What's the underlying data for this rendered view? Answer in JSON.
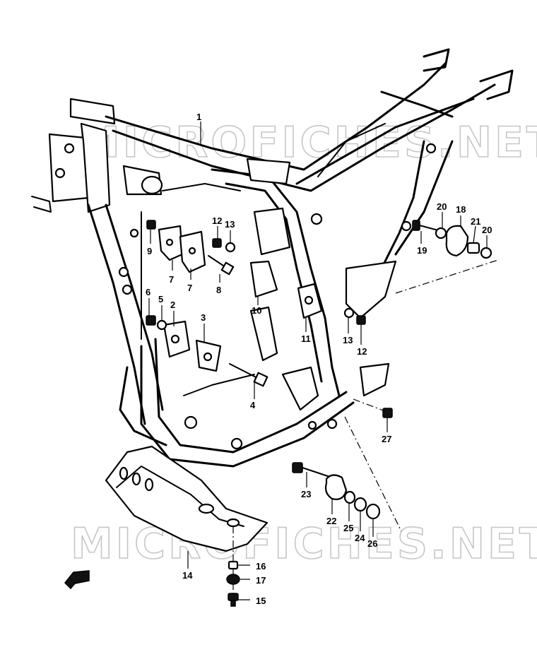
{
  "watermark_text": "MICROFICHES.NET",
  "callouts": [
    {
      "id": "c1",
      "label": "1"
    },
    {
      "id": "c2",
      "label": "2"
    },
    {
      "id": "c3",
      "label": "3"
    },
    {
      "id": "c4",
      "label": "4"
    },
    {
      "id": "c5",
      "label": "5"
    },
    {
      "id": "c6",
      "label": "6"
    },
    {
      "id": "c7a",
      "label": "7"
    },
    {
      "id": "c7b",
      "label": "7"
    },
    {
      "id": "c8",
      "label": "8"
    },
    {
      "id": "c9",
      "label": "9"
    },
    {
      "id": "c10",
      "label": "10"
    },
    {
      "id": "c11",
      "label": "11"
    },
    {
      "id": "c12a",
      "label": "12"
    },
    {
      "id": "c12b",
      "label": "12"
    },
    {
      "id": "c13a",
      "label": "13"
    },
    {
      "id": "c13b",
      "label": "13"
    },
    {
      "id": "c14",
      "label": "14"
    },
    {
      "id": "c15",
      "label": "15"
    },
    {
      "id": "c16",
      "label": "16"
    },
    {
      "id": "c17",
      "label": "17"
    },
    {
      "id": "c18",
      "label": "18"
    },
    {
      "id": "c19",
      "label": "19"
    },
    {
      "id": "c20a",
      "label": "20"
    },
    {
      "id": "c20b",
      "label": "20"
    },
    {
      "id": "c21",
      "label": "21"
    },
    {
      "id": "c22",
      "label": "22"
    },
    {
      "id": "c23",
      "label": "23"
    },
    {
      "id": "c24",
      "label": "24"
    },
    {
      "id": "c25",
      "label": "25"
    },
    {
      "id": "c26",
      "label": "26"
    },
    {
      "id": "c27",
      "label": "27"
    }
  ],
  "icons": {
    "direction_arrow": "front-direction-arrow-icon"
  }
}
